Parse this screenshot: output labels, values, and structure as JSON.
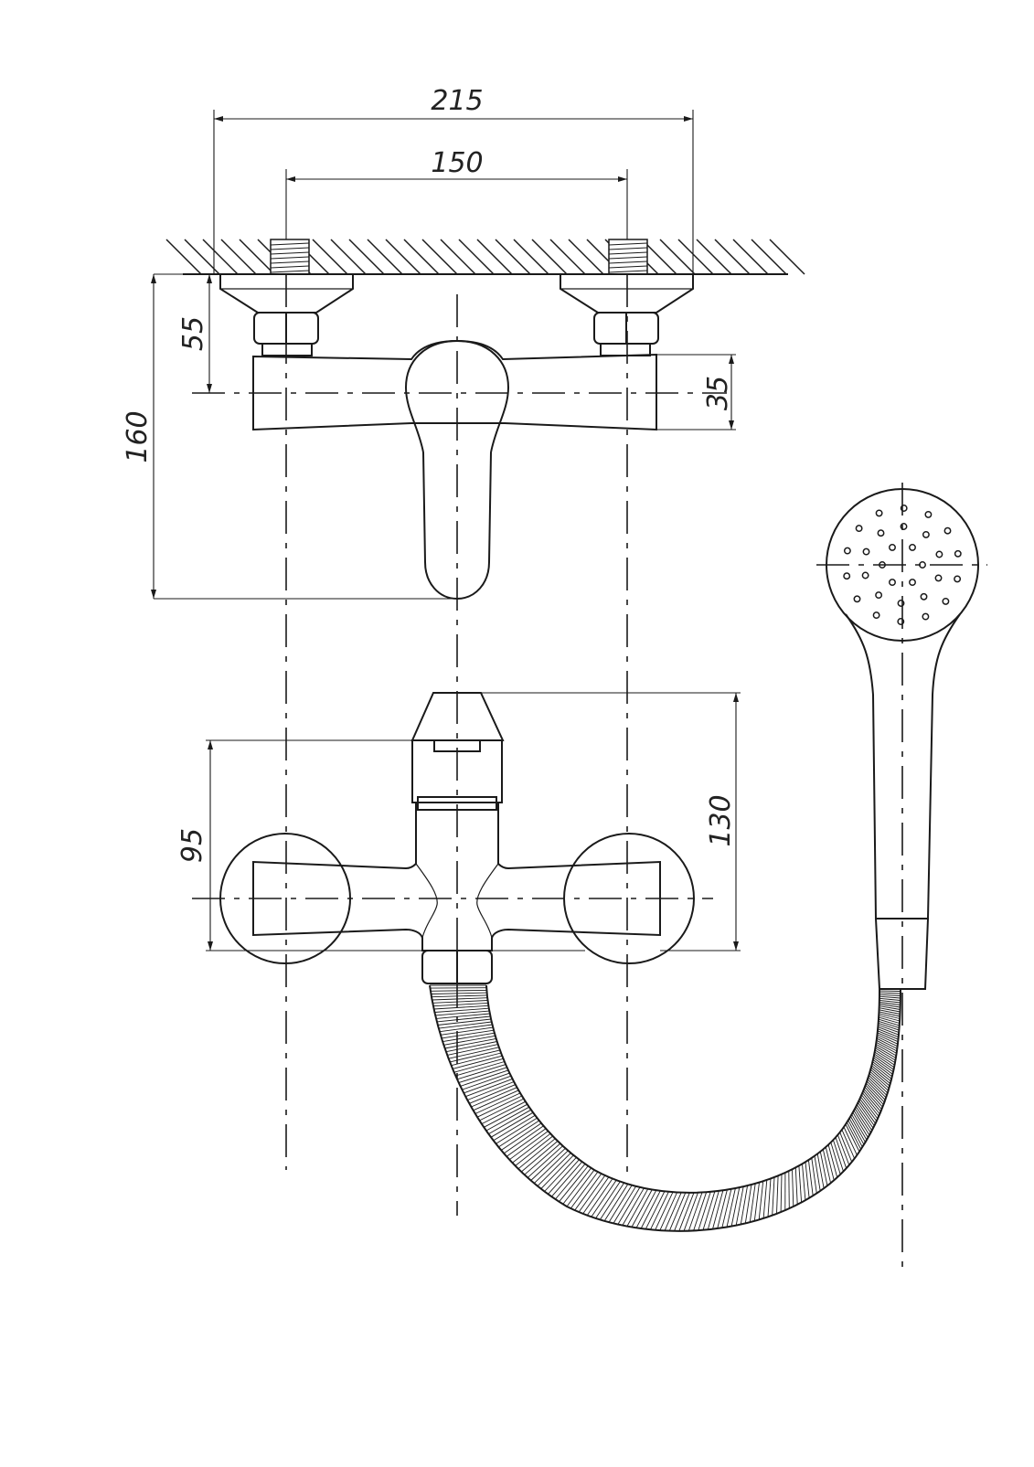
{
  "dimensions": {
    "overall_width": "215",
    "inlet_spacing": "150",
    "wall_to_axis": "55",
    "body_height": "35",
    "total_depth": "160",
    "body_vertical": "95",
    "front_height": "130"
  },
  "colors": {
    "line": "#1a1a1a",
    "background": "#ffffff"
  }
}
